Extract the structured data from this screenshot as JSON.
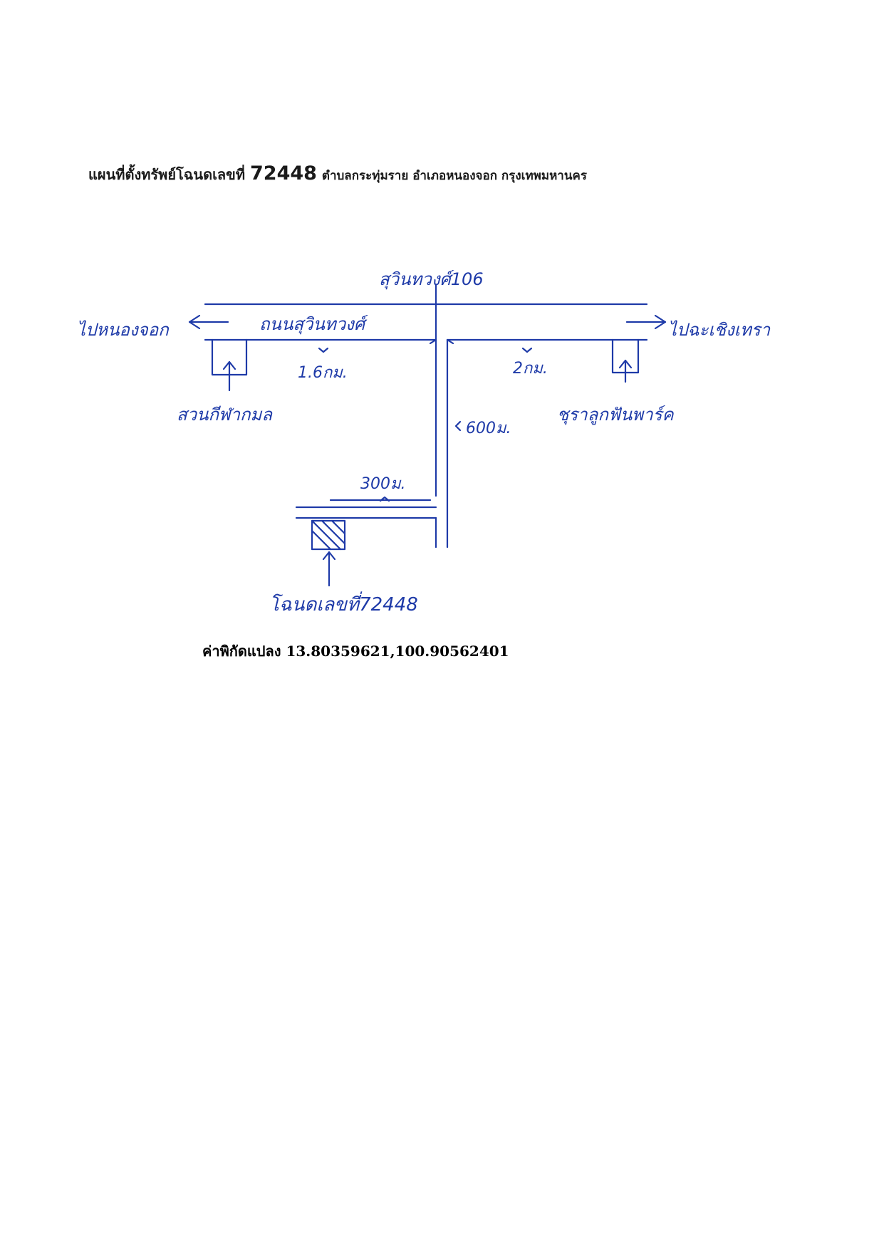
{
  "title": {
    "prefix": "แผนที่ตั้งทรัพย์โฉนดเลขที่",
    "deed_number": "72448",
    "location": "ตำบลกระทุ่มราย อำเภอหนองจอก กรุงเทพมหานคร"
  },
  "map": {
    "soi_label": "สุวินทวงศ์106",
    "road_label": "ถนนสุวินทวงศ์",
    "left_direction": "ไปหนองจอก",
    "right_direction": "ไปฉะเชิงเทรา",
    "left_distance": "1.6กม.",
    "right_distance": "2กม.",
    "soi_distance": "600ม.",
    "side_road_distance": "300ม.",
    "left_landmark": "สวนกีฬากมล",
    "right_landmark": "ชุราลูกฟันพาร์ค",
    "target_label": "โฉนดเลขที่72448"
  },
  "coordinates": {
    "label": "ค่าพิกัดแปลง",
    "value": "13.80359621,100.90562401"
  },
  "colors": {
    "ink": "#1e3aa8",
    "print": "#1a1a1a"
  }
}
